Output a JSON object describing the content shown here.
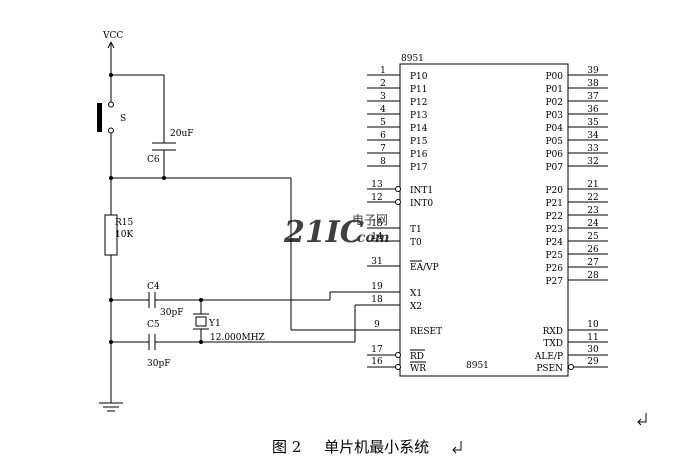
{
  "vcc_label": "VCC",
  "chip": {
    "name_top": "8951",
    "name_bottom": "8951",
    "left_pins": [
      {
        "num": "1",
        "label": "P10"
      },
      {
        "num": "2",
        "label": "P11"
      },
      {
        "num": "3",
        "label": "P12"
      },
      {
        "num": "4",
        "label": "P13"
      },
      {
        "num": "5",
        "label": "P14"
      },
      {
        "num": "6",
        "label": "P15"
      },
      {
        "num": "7",
        "label": "P16"
      },
      {
        "num": "8",
        "label": "P17"
      },
      {
        "num": "13",
        "label": "INT1"
      },
      {
        "num": "12",
        "label": "INT0"
      },
      {
        "num": "15",
        "label": "T1"
      },
      {
        "num": "14",
        "label": "T0"
      },
      {
        "num": "31",
        "label": "EA/VP"
      },
      {
        "num": "19",
        "label": "X1"
      },
      {
        "num": "18",
        "label": "X2"
      },
      {
        "num": "9",
        "label": "RESET"
      },
      {
        "num": "17",
        "label": "RD"
      },
      {
        "num": "16",
        "label": "WR"
      }
    ],
    "right_pins": [
      {
        "num": "39",
        "label": "P00"
      },
      {
        "num": "38",
        "label": "P01"
      },
      {
        "num": "37",
        "label": "P02"
      },
      {
        "num": "36",
        "label": "P03"
      },
      {
        "num": "35",
        "label": "P04"
      },
      {
        "num": "34",
        "label": "P05"
      },
      {
        "num": "33",
        "label": "P06"
      },
      {
        "num": "32",
        "label": "P07"
      },
      {
        "num": "21",
        "label": "P20"
      },
      {
        "num": "22",
        "label": "P21"
      },
      {
        "num": "23",
        "label": "P22"
      },
      {
        "num": "24",
        "label": "P23"
      },
      {
        "num": "25",
        "label": "P24"
      },
      {
        "num": "26",
        "label": "P25"
      },
      {
        "num": "27",
        "label": "P26"
      },
      {
        "num": "28",
        "label": "P27"
      },
      {
        "num": "10",
        "label": "RXD"
      },
      {
        "num": "11",
        "label": "TXD"
      },
      {
        "num": "30",
        "label": "ALE/P"
      },
      {
        "num": "29",
        "label": "PSEN"
      }
    ]
  },
  "components": {
    "switch": "S",
    "c6_name": "C6",
    "c6_value": "20uF",
    "r15_name": "R15",
    "r15_value": "10K",
    "c4_name": "C4",
    "c4_value": "30pF",
    "c5_name": "C5",
    "c5_value": "30pF",
    "y1_name": "Y1",
    "y1_value": "12.000MHZ"
  },
  "watermark": {
    "brand": "21IC",
    "cn": "电子网",
    "com": ".com"
  },
  "caption": {
    "figure": "图 2",
    "title": "单片机最小系统"
  }
}
